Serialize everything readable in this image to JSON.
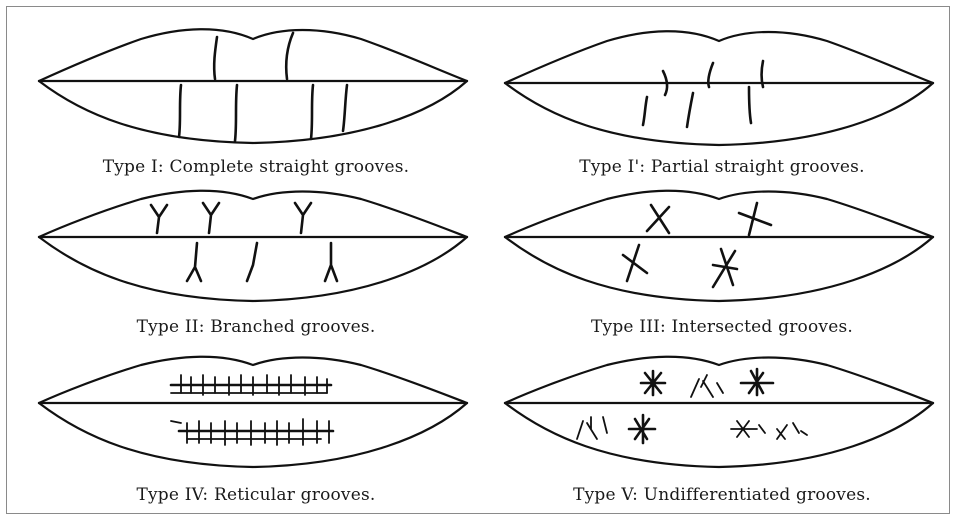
{
  "panels": [
    {
      "id": "type-1",
      "caption": "Type I: Complete straight grooves."
    },
    {
      "id": "type-1-prime",
      "caption": "Type I': Partial straight grooves."
    },
    {
      "id": "type-2",
      "caption": "Type II: Branched grooves."
    },
    {
      "id": "type-3",
      "caption": "Type III: Intersected grooves."
    },
    {
      "id": "type-4",
      "caption": "Type IV: Reticular grooves."
    },
    {
      "id": "type-5",
      "caption": "Type V: Undifferentiated grooves."
    }
  ]
}
